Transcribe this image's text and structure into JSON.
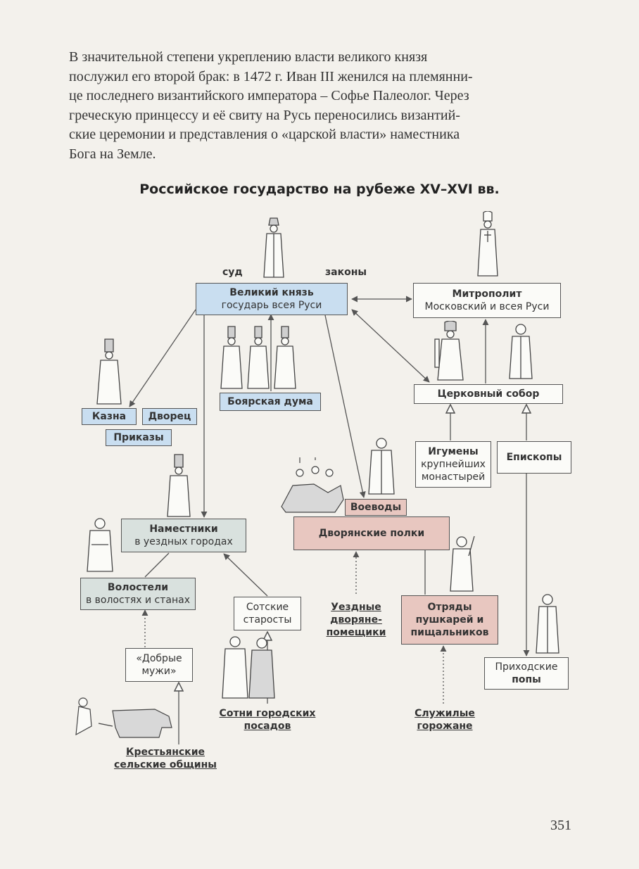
{
  "paragraph": {
    "lines": [
      "В значительной степени укреплению власти великого князя",
      "послужил его второй брак: в 1472 г. Иван III женился на племянни-",
      "це последнего византийского императора – Софье Палеолог. Через",
      "греческую принцессу и её свиту на Русь переносились византий-",
      "ские церемонии и представления о «царской власти» наместника",
      "Бога на Земле."
    ]
  },
  "diagram": {
    "title": "Российское государство на рубеже XV–XVI вв.",
    "labels": {
      "court": "суд",
      "laws": "законы"
    },
    "nodes": {
      "grand_prince": {
        "title": "Великий князь",
        "subtitle": "государь всея Руси"
      },
      "metropolitan": {
        "title": "Митрополит",
        "subtitle": "Московский и всея Руси"
      },
      "boyar_duma": "Боярская дума",
      "church_council": "Церковный собор",
      "treasury": "Казна",
      "palace": "Дворец",
      "prikazy": "Приказы",
      "abbots": {
        "title": "Игумены",
        "subtitle_lines": [
          "крупнейших",
          "монастырей"
        ]
      },
      "bishops": "Епископы",
      "voevody": "Воеводы",
      "noble_regiments": "Дворянские полки",
      "governors": {
        "title": "Наместники",
        "subtitle": "в уездных городах"
      },
      "volosteli": {
        "title": "Волостели",
        "subtitle": "в волостях и станах"
      },
      "sotskie": {
        "lines": [
          "Сотские",
          "старосты"
        ]
      },
      "dobrye": {
        "lines": [
          "«Добрые",
          "мужи»"
        ]
      },
      "uezd_nobles": {
        "lines": [
          "Уездные",
          "дворяне-",
          "помещики"
        ]
      },
      "gunners": {
        "lines": [
          "Отряды",
          "пушкарей и",
          "пищальников"
        ]
      },
      "parish_priests": {
        "title": "Приходские",
        "subtitle": "попы"
      },
      "posad": {
        "lines": [
          "Сотни городских",
          "посадов"
        ]
      },
      "servicemen": {
        "lines": [
          "Служилые",
          "горожане"
        ]
      },
      "peasants": {
        "lines": [
          "Крестьянские",
          "сельские общины"
        ]
      }
    },
    "colors": {
      "blue": "#c9def0",
      "grey": "#d9e1de",
      "pink": "#e8c7c0",
      "line": "#555555"
    }
  },
  "page_number": "351"
}
